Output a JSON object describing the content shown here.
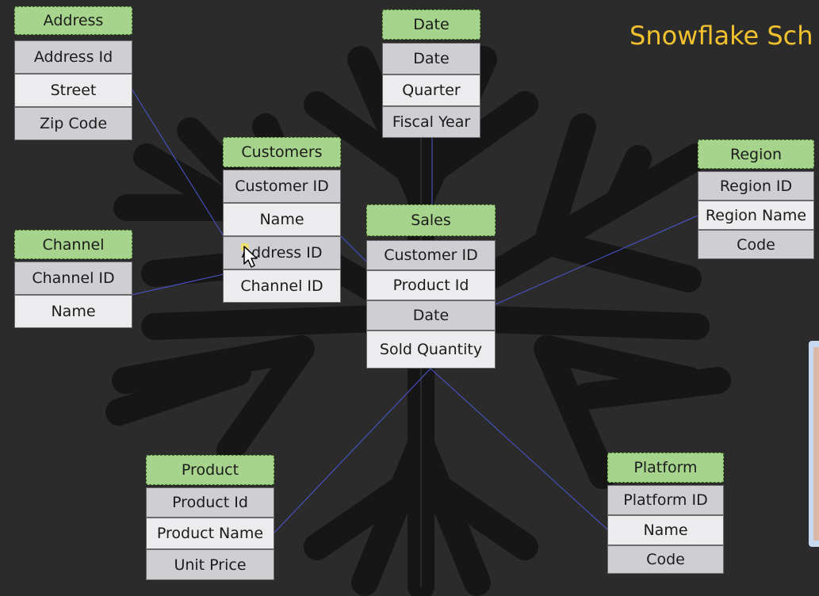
{
  "title": "Snowflake Sch",
  "colors": {
    "background": "#2b2b2b",
    "header_green": "#a7d48c",
    "row_dark": "#cfcfd3",
    "row_light": "#ececef",
    "title_yellow": "#f2c12e",
    "connector_blue": "#4a58d4"
  },
  "tables": {
    "address": {
      "name": "Address",
      "rows": [
        "Address Id",
        "Street",
        "Zip Code"
      ]
    },
    "date": {
      "name": "Date",
      "rows": [
        "Date",
        "Quarter",
        "Fiscal Year"
      ]
    },
    "customers": {
      "name": "Customers",
      "rows": [
        "Customer ID",
        "Name",
        "Address ID",
        "Channel ID"
      ]
    },
    "channel": {
      "name": "Channel",
      "rows": [
        "Channel ID",
        "Name"
      ]
    },
    "sales": {
      "name": "Sales",
      "rows": [
        "Customer ID",
        "Product Id",
        "Date",
        "Sold Quantity"
      ]
    },
    "region": {
      "name": "Region",
      "rows": [
        "Region ID",
        "Region Name",
        "Code"
      ]
    },
    "product": {
      "name": "Product",
      "rows": [
        "Product Id",
        "Product Name",
        "Unit Price"
      ]
    },
    "platform": {
      "name": "Platform",
      "rows": [
        "Platform ID",
        "Name",
        "Code"
      ]
    }
  }
}
